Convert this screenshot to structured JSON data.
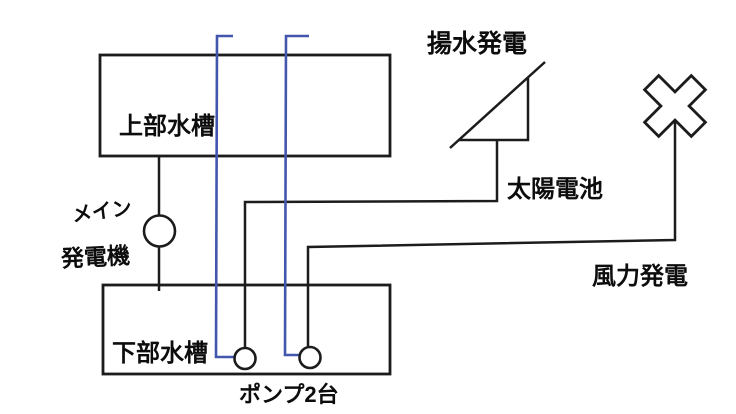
{
  "colors": {
    "background": "#ffffff",
    "line-black": "#1c1c1c",
    "pipe-blue": "#4356ae",
    "text": "#0d0d0d"
  },
  "labels": {
    "upper_tank": "上部水槽",
    "lower_tank": "下部水槽",
    "main_generator_line1": "メイン",
    "main_generator_line2": "発電機",
    "pumps": "ポンプ2台",
    "pumped_storage_title": "揚水発電",
    "solar_cell": "太陽電池",
    "wind_power": "風力発電"
  },
  "symbols": {
    "main_generator": "circle",
    "pumps": "two-small-circles",
    "solar_cell": "tilted-panel-triangle",
    "wind_power": "x-cross-on-pole",
    "water_pipes": "blue-polylines",
    "electric_wires": "black-polylines"
  }
}
